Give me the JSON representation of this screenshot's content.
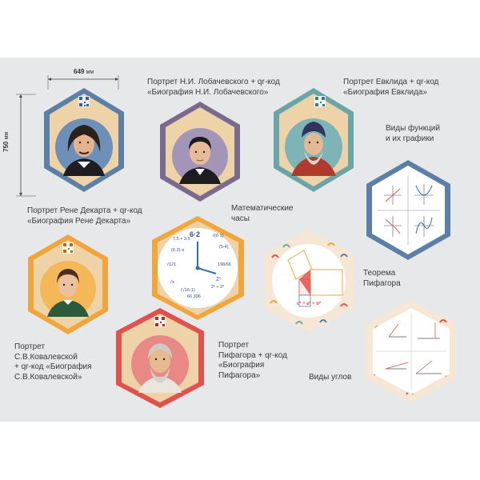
{
  "dimensions": {
    "width": "649",
    "width_unit": "мм",
    "height": "750",
    "height_unit": "мм"
  },
  "labels": {
    "lobachevsky": [
      "Портрет Н.И. Лобачевского + qr-код",
      "«Биография Н.И. Лобачевского»"
    ],
    "euclid": [
      "Портрет Евклида + qr-код",
      "«Биография Евклида»"
    ],
    "functions": [
      "Виды функций",
      "и их графики"
    ],
    "descartes": [
      "Портрет Рене Декарта + qr-код",
      "«Биография Рене Декарта»"
    ],
    "clock": [
      "Математические",
      "часы"
    ],
    "pythagoras_theorem": [
      "Теорема",
      "Пифагора"
    ],
    "kovalevskaya": [
      "Портрет",
      "С.В.Ковалевской",
      "+ qr-код «Биография",
      "С.В.Ковалевской»"
    ],
    "pythagoras_portrait": [
      "Портрет",
      "Пифагора + qr-код",
      "«Биография",
      "Пифагора»"
    ],
    "angles": [
      "Виды углов"
    ]
  },
  "clock": {
    "top": "6·2",
    "items": [
      "7.5 + 3.5",
      "√(6·2)",
      "(5-4)",
      "√121",
      "198/66",
      "(6·2)-x",
      "2⁵",
      "2² + 2²",
      "√x",
      "66 396",
      "(√16-1)"
    ]
  },
  "pythagoras": {
    "formula": "c² = a² + b²"
  },
  "colors": {
    "blue": "#5b7fa6",
    "purple": "#7a6a8e",
    "teal": "#6aa6a8",
    "orange": "#f1a63b",
    "red": "#e0524e",
    "wood": "#efd3a8"
  }
}
